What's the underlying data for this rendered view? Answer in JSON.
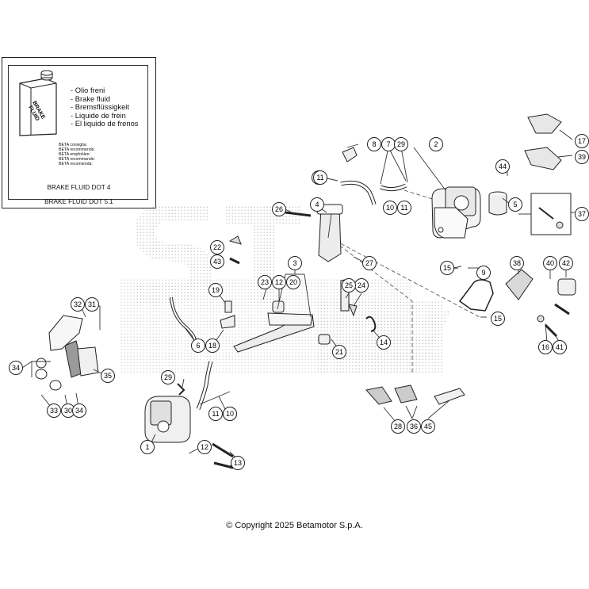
{
  "fluid_box": {
    "can_label_line1": "BRAKE",
    "can_label_line2": "FLUID",
    "languages": [
      "- Olio freni",
      "- Brake fluid",
      "- Bremsflüssigkeit",
      "- Liquide de frein",
      "- El liquido de frenos"
    ],
    "recommend_lines": [
      "BETA consiglia:",
      "BETA recommends:",
      "BETA empfohlen:",
      "BETA recommande:",
      "BETA recomienda:"
    ],
    "fluid_dot4": "BRAKE FLUID DOT 4",
    "fluid_dot51": "BRAKE FLUID DOT 5.1"
  },
  "callouts": [
    "1",
    "2",
    "3",
    "4",
    "5",
    "6",
    "7",
    "8",
    "9",
    "10",
    "10",
    "10",
    "11",
    "11",
    "11",
    "11",
    "12",
    "12",
    "13",
    "14",
    "15",
    "15",
    "16",
    "17",
    "18",
    "19",
    "20",
    "21",
    "22",
    "23",
    "24",
    "25",
    "26",
    "27",
    "28",
    "29",
    "29",
    "30",
    "31",
    "32",
    "33",
    "34",
    "34",
    "35",
    "36",
    "37",
    "38",
    "39",
    "40",
    "41",
    "42",
    "43",
    "44",
    "45"
  ],
  "copyright": "© Copyright 2025 Betamotor S.p.A.",
  "colors": {
    "line": "#222222",
    "part_fill": "#f4f4f4",
    "shade": "#bdbdbd",
    "watermark": "#c8c8c8"
  }
}
